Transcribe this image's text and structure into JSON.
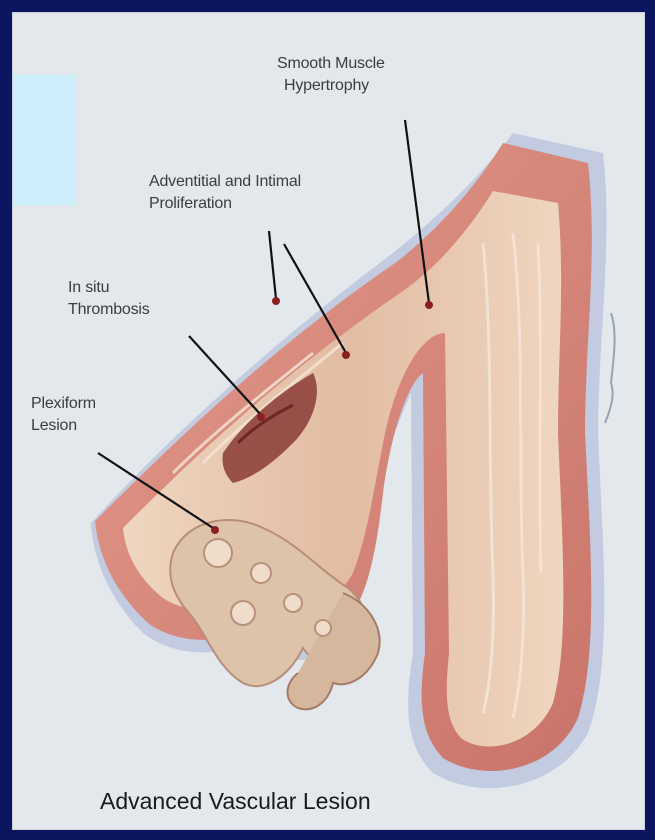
{
  "labels": {
    "smooth_muscle": [
      "Smooth Muscle",
      "Hypertrophy"
    ],
    "adventitial": [
      "Adventitial and Intimal",
      "Proliferation"
    ],
    "in_situ": [
      "In situ",
      "Thrombosis"
    ],
    "plexiform": [
      "Plexiform",
      "Lesion"
    ]
  },
  "caption": "Advanced Vascular Lesion",
  "colors": {
    "frame": "#0b1560",
    "panel": "#e3e8ed",
    "vessel_wall": "#d8867a",
    "adventitia": "#b9c2d8",
    "lumen": "#e9ccb6",
    "thrombus": "#8a3b36"
  }
}
